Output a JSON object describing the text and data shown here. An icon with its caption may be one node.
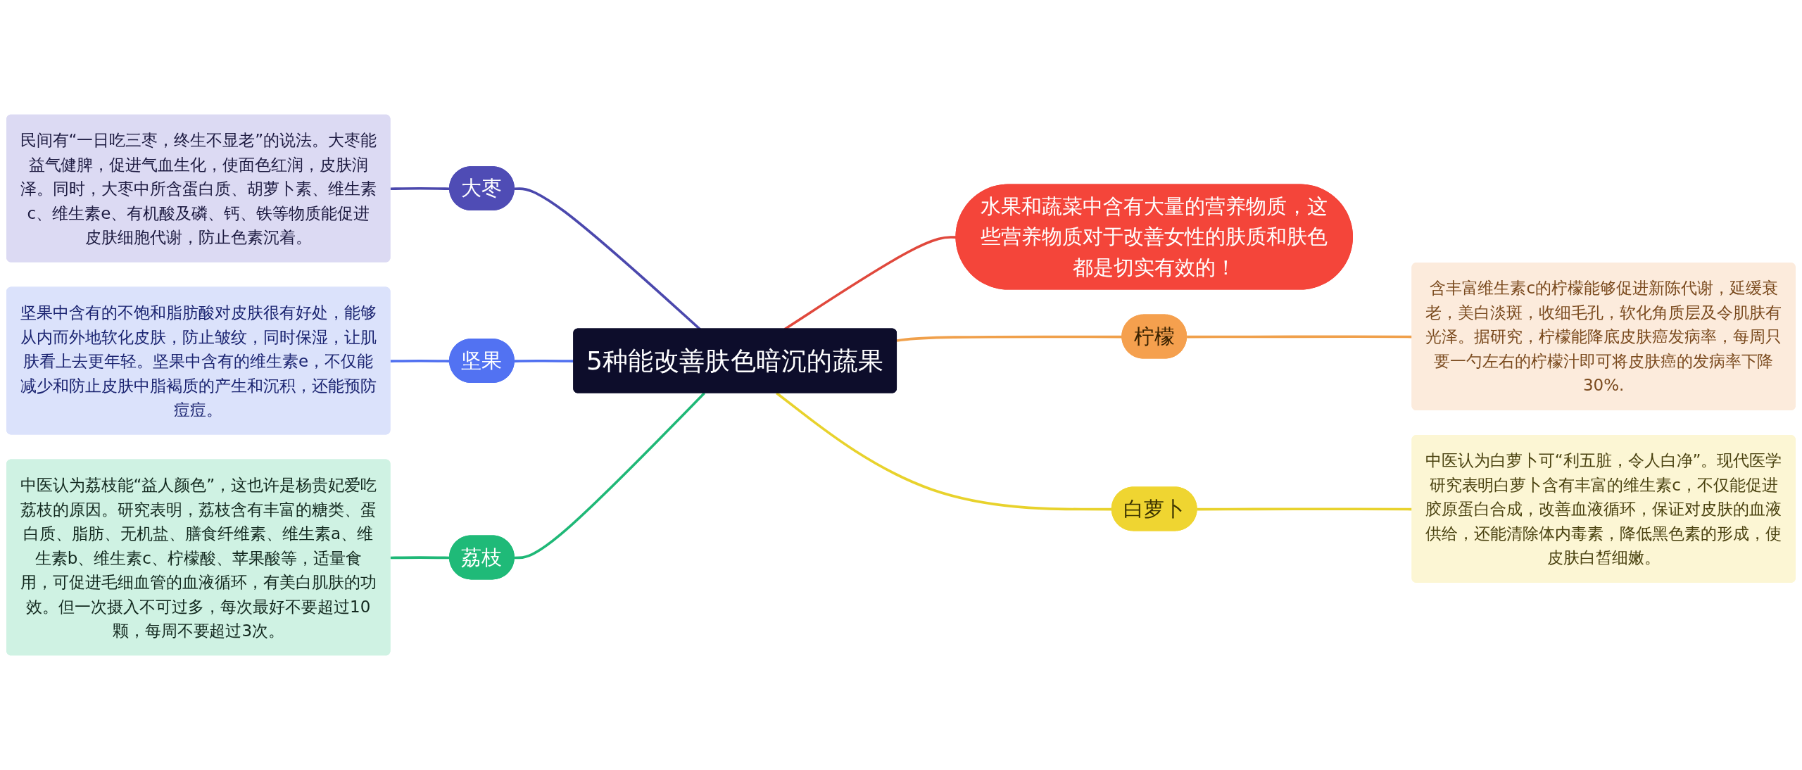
{
  "diagram": {
    "nodes": [
      {
        "text": [
          "5种能改善肤色暗沉的蔬果"
        ]
      },
      {
        "text": [
          "水果和蔬菜中含有大量的营养物质，这些营养物质对于改善女性的肤质和肤色都是切实有效的！"
        ]
      },
      {
        "text": [
          "柠檬"
        ]
      },
      {
        "text": [
          "含丰富维生素c的柠檬能够促进新陈代谢，延缓衰老，美白淡斑，收细毛孔，软化角质层及令肌肤有光泽。据研究，柠檬能降底皮肤癌发病率，每周只要一勺左右的柠檬汁即可将皮肤癌的发病率下降30%."
        ]
      },
      {
        "text": [
          "白萝卜"
        ]
      },
      {
        "text": [
          "中医认为白萝卜可“利五脏，令人白净”。现代医学研究表明白萝卜含有丰富的维生素c，不仅能促进胶原蛋白合成，改善血液循环，保证对皮肤的血液供给，还能清除体内毒素，降低黑色素的形成，使皮肤白皙细嫩。"
        ]
      },
      {
        "text": [
          "大枣"
        ]
      },
      {
        "text": [
          "民间有“一日吃三枣，终生不显老”的说法。大枣能益气健脾，促进气血生化，使面色红润，皮肤润泽。同时，大枣中所含蛋白质、胡萝卜素、维生素c、维生素e、有机酸及磷、钙、铁等物质能促进皮肤细胞代谢，防止色素沉着。"
        ]
      },
      {
        "text": [
          "坚果"
        ]
      },
      {
        "text": [
          "坚果中含有的不饱和脂肪酸对皮肤很有好处，能够从内而外地软化皮肤，防止皱纹，同时保湿，让肌肤看上去更年轻。坚果中含有的维生素e，不仅能减少和防止皮肤中脂褐质的产生和沉积，还能预防痘痘。"
        ]
      },
      {
        "text": [
          "荔枝"
        ]
      },
      {
        "text": [
          "中医认为荔枝能“益人颜色”，这也许是杨贵妃爱吃荔枝的原因。研究表明，荔枝含有丰富的糖类、蛋白质、脂肪、无机盐、膳食纤维素、维生素a、维生素b、维生素c、柠檬酸、苹果酸等，适量食用，可促进毛细血管的血液循环，有美白肌肤的功效。但一次摄入不可过多，每次最好不要超过10颗，每周不要超过3次。"
        ]
      }
    ],
    "edges": [
      {
        "from": 0,
        "to": 1,
        "arrow": "none",
        "color": "#e0483c"
      },
      {
        "from": 0,
        "to": 2,
        "arrow": "none",
        "color": "#f0a04b"
      },
      {
        "from": 2,
        "to": 3,
        "arrow": "none",
        "color": "#f0a04b"
      },
      {
        "from": 0,
        "to": 4,
        "arrow": "none",
        "color": "#e8d22c"
      },
      {
        "from": 4,
        "to": 5,
        "arrow": "none",
        "color": "#e8d22c"
      },
      {
        "from": 6,
        "to": 0,
        "arrow": "none",
        "color": "#4b48ad"
      },
      {
        "from": 7,
        "to": 6,
        "arrow": "none",
        "color": "#4b48ad"
      },
      {
        "from": 8,
        "to": 0,
        "arrow": "none",
        "color": "#4f6ff0"
      },
      {
        "from": 9,
        "to": 8,
        "arrow": "none",
        "color": "#4f6ff0"
      },
      {
        "from": 10,
        "to": 0,
        "arrow": "none",
        "color": "#1fb877"
      },
      {
        "from": 11,
        "to": 10,
        "arrow": "none",
        "color": "#1fb877"
      }
    ]
  }
}
